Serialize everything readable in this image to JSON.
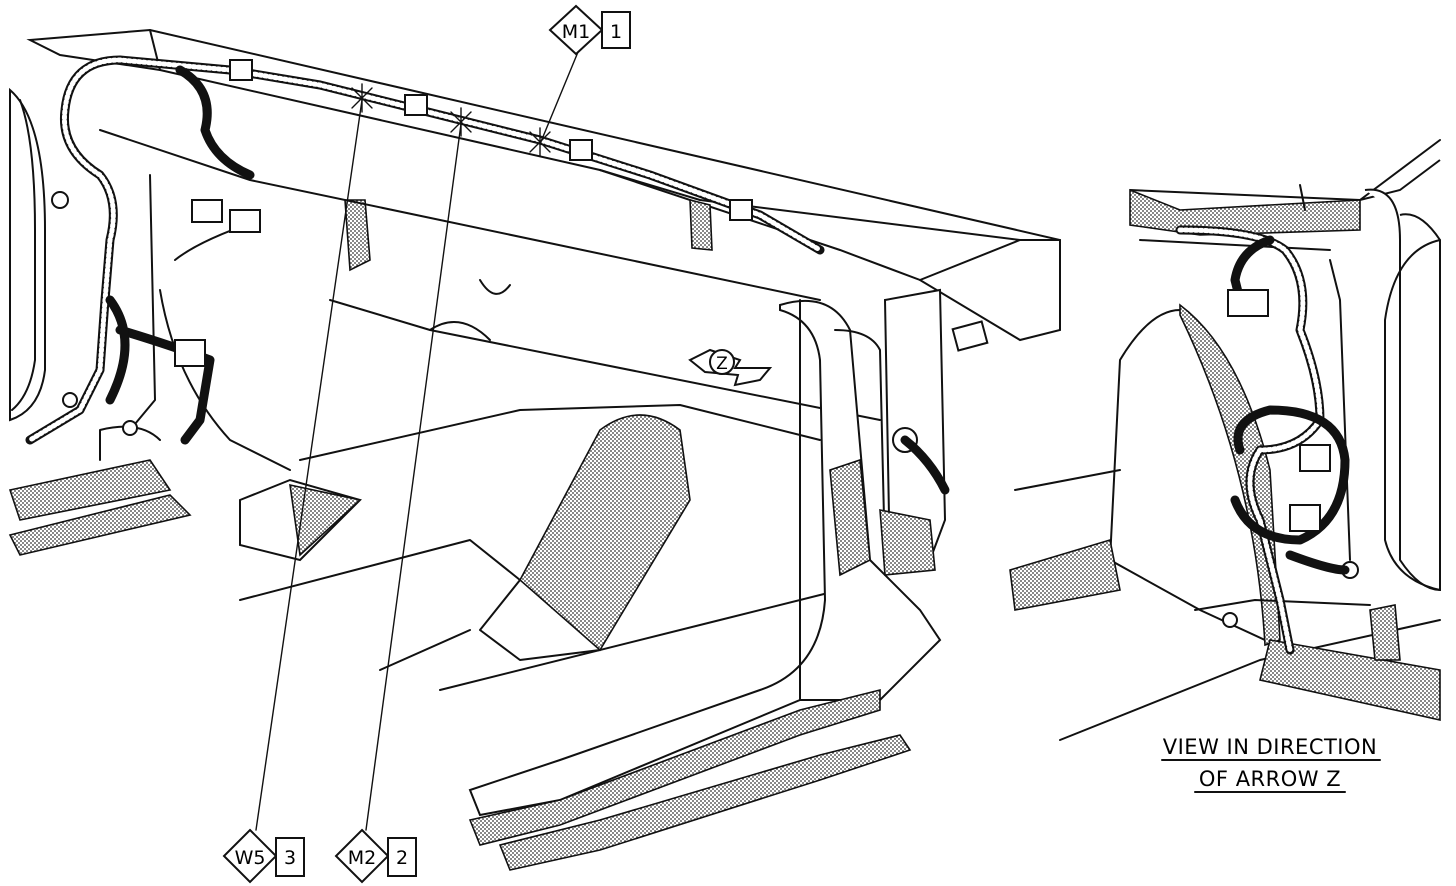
{
  "callouts": {
    "m1": {
      "code": "M1",
      "num": "1"
    },
    "m2": {
      "code": "M2",
      "num": "2"
    },
    "w5": {
      "code": "W5",
      "num": "3"
    }
  },
  "arrow": {
    "label": "Z"
  },
  "caption": {
    "line1": "VIEW IN DIRECTION",
    "line2": "OF ARROW Z"
  }
}
